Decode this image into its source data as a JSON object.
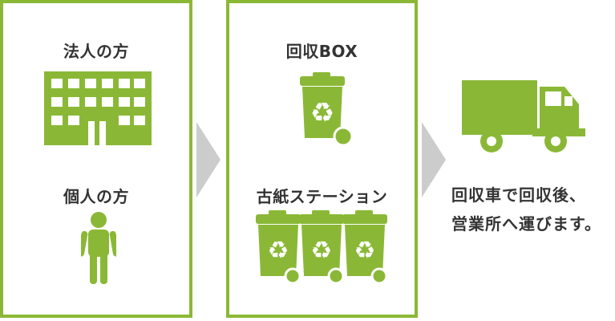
{
  "colors": {
    "accent": "#8ab836",
    "icon": "#8ab836",
    "arrow": "#cccccc",
    "text": "#333333"
  },
  "panel_left": {
    "corporate_label": "法人の方",
    "corporate_icon": "building-icon",
    "individual_label": "個人の方",
    "individual_icon": "person-icon"
  },
  "panel_middle": {
    "box_label": "回収BOX",
    "box_icon": "recycle-bin-icon",
    "station_label": "古紙ステーション",
    "station_icon": "recycle-bins-icon"
  },
  "final_step": {
    "icon": "truck-icon",
    "line1": "回収車で回収後、",
    "line2": "営業所へ運びます。"
  }
}
